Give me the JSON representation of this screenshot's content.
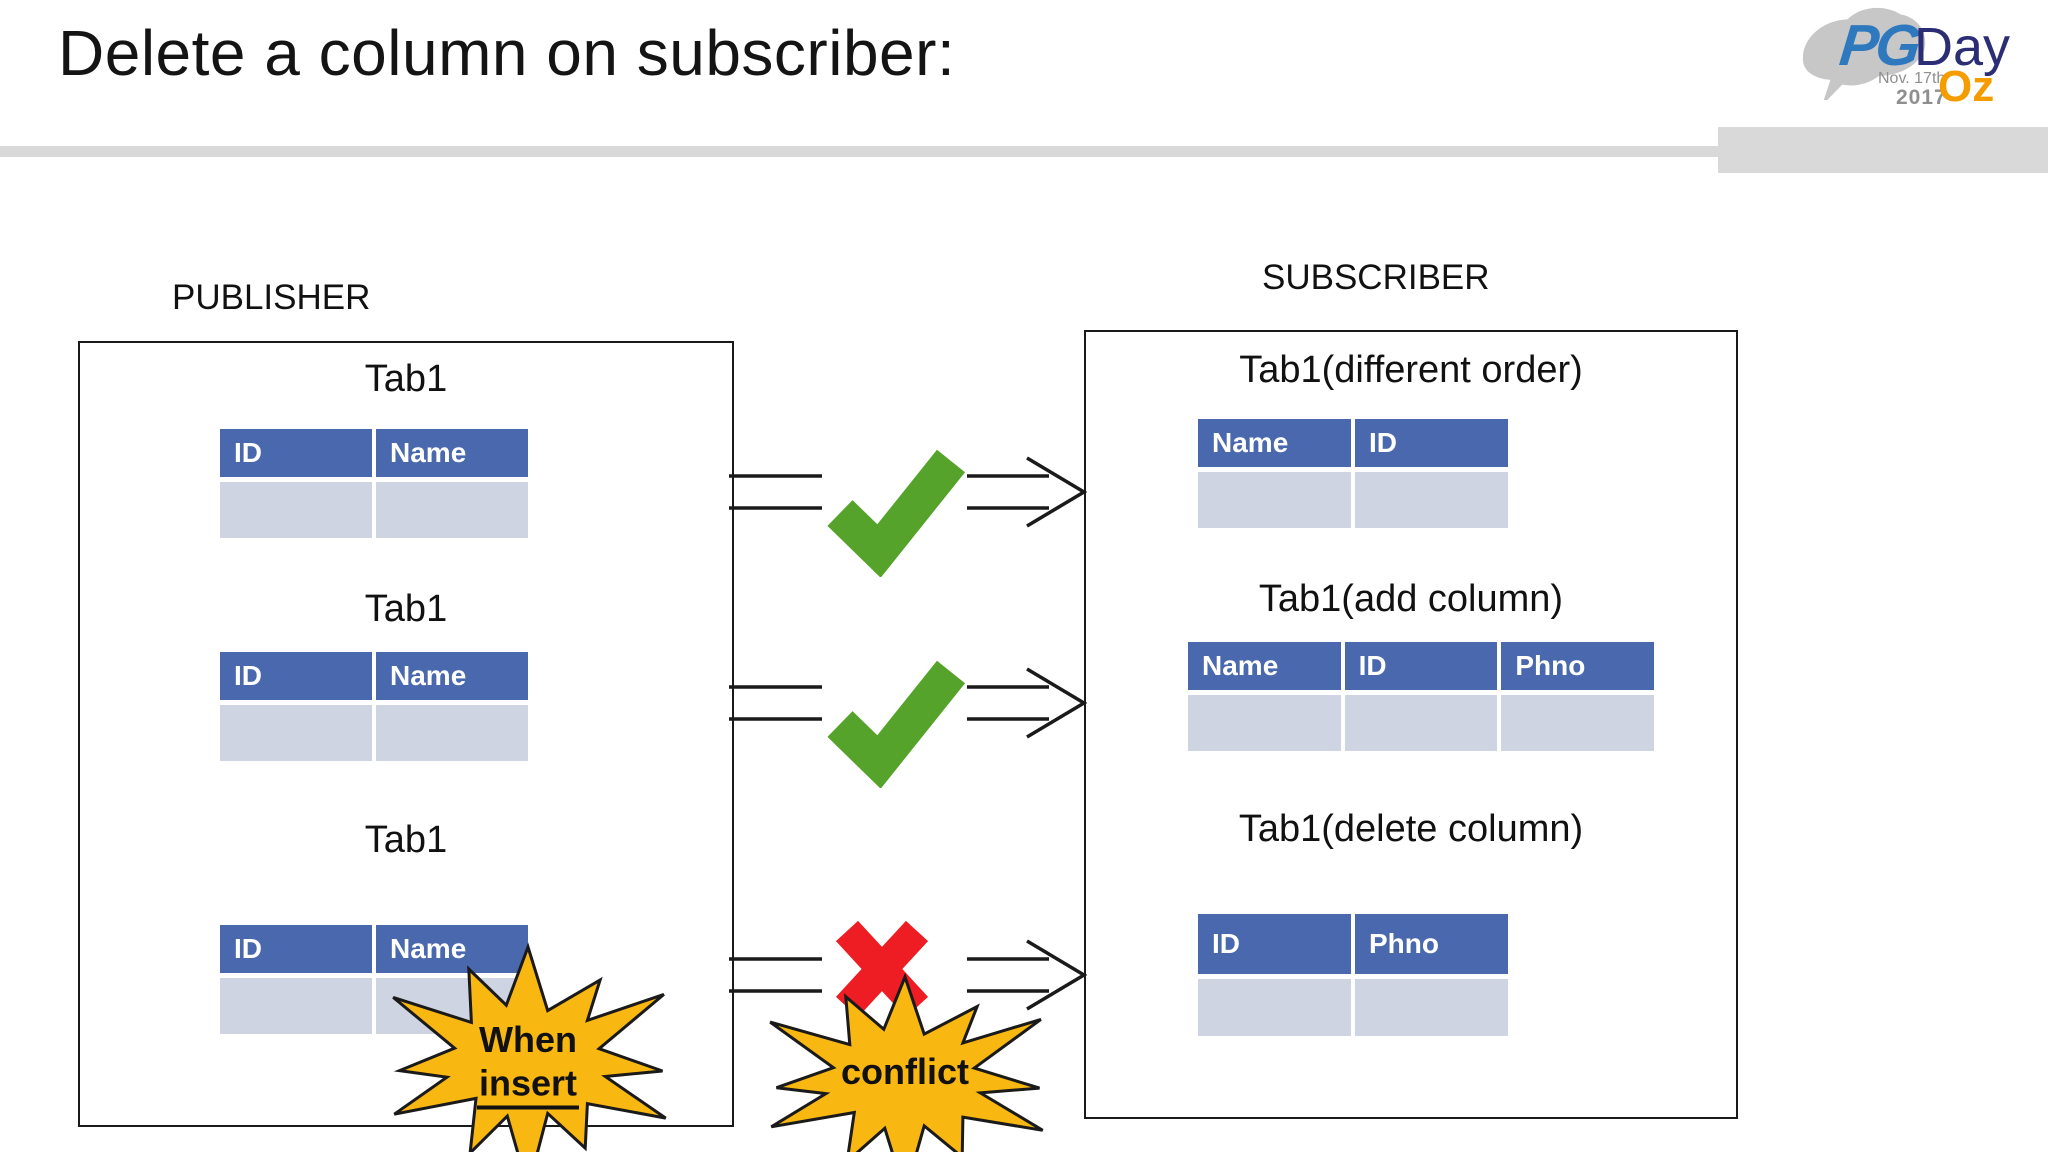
{
  "slide": {
    "title": "Delete a column on subscriber:"
  },
  "logo": {
    "pg": "PG",
    "day": "Day",
    "date": "Nov. 17th",
    "year": "2017",
    "oz": "Oz"
  },
  "publisher": {
    "label": "PUBLISHER",
    "tables": [
      {
        "title": "Tab1",
        "columns": [
          "ID",
          "Name"
        ],
        "rows": [
          [
            "",
            ""
          ]
        ]
      },
      {
        "title": "Tab1",
        "columns": [
          "ID",
          "Name"
        ],
        "rows": [
          [
            "",
            ""
          ]
        ]
      },
      {
        "title": "Tab1",
        "columns": [
          "ID",
          "Name"
        ],
        "rows": [
          [
            "",
            ""
          ]
        ]
      }
    ]
  },
  "subscriber": {
    "label": "SUBSCRIBER",
    "tables": [
      {
        "title": "Tab1(different order)",
        "columns": [
          "Name",
          "ID"
        ],
        "rows": [
          [
            "",
            ""
          ]
        ]
      },
      {
        "title": "Tab1(add column)",
        "columns": [
          "Name",
          "ID",
          "Phno"
        ],
        "rows": [
          [
            "",
            "",
            ""
          ]
        ]
      },
      {
        "title": "Tab1(delete column)",
        "columns": [
          "ID",
          "Phno"
        ],
        "rows": [
          [
            "",
            ""
          ]
        ]
      }
    ]
  },
  "flows": [
    {
      "icon": "check"
    },
    {
      "icon": "check"
    },
    {
      "icon": "cross"
    }
  ],
  "callouts": {
    "when_insert": {
      "line1": "When",
      "line2": "insert"
    },
    "conflict": "conflict"
  },
  "colors": {
    "header_blue": "#4a68ad",
    "row_lavender": "#cfd4e3",
    "check_green": "#55a32a",
    "cross_red": "#ee1c23",
    "star_yellow": "#f8b711",
    "bar_gray": "#d9d9d9",
    "logo_blue": "#2e78bd",
    "logo_navy": "#2c2e75",
    "logo_orange": "#f59c00",
    "logo_map_gray": "#c7c7c7"
  }
}
